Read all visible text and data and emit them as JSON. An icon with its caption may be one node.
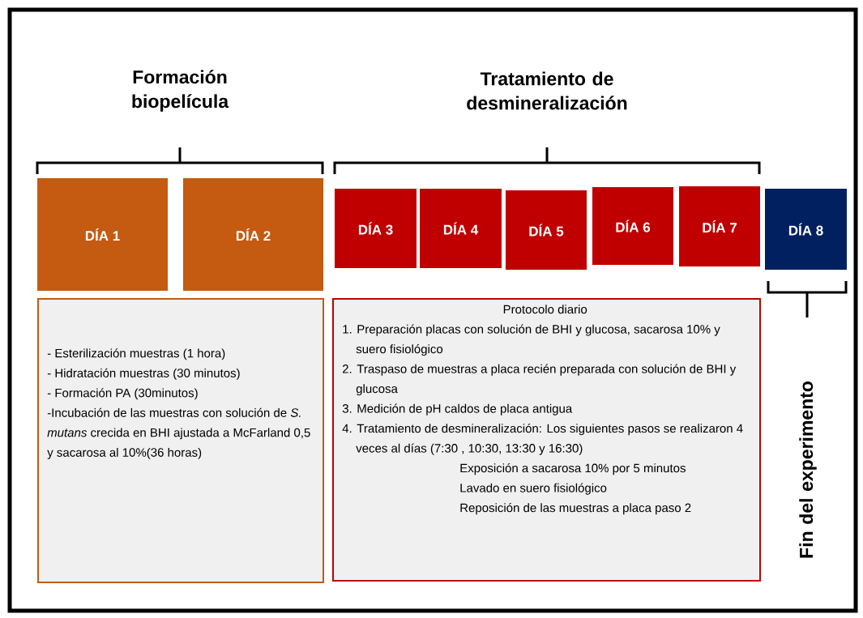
{
  "diagram": {
    "nodes": [
      {
        "text": [
          "DÍA 1"
        ]
      },
      {
        "text": [
          "DÍA 2"
        ]
      },
      {
        "text": [
          "DÍA 3"
        ]
      },
      {
        "text": [
          "DÍA 4"
        ]
      },
      {
        "text": [
          "DÍA 5"
        ]
      },
      {
        "text": [
          "DÍA 6"
        ]
      },
      {
        "text": [
          "DÍA 7"
        ]
      },
      {
        "text": [
          "DÍA 8"
        ]
      },
      {
        "text": [
          "- Esterilización muestras (1 hora)",
          "- Hidratación muestras (30 minutos)",
          "- Formación PA (30minutos)",
          "-Incubación de las muestras con solución de *S. mutans* crecida en BHI ajustada a McFarland 0,5 y sacarosa al 10%(36 horas)"
        ]
      },
      {
        "text": [
          "Protocolo diario",
          "1. Preparación placas con solución de BHI y glucosa, sacarosa 10% y suero fisiológico",
          "2. Traspaso de muestras a placa recién preparada con solución de BHI y glucosa",
          "3. Medición de pH caldos de placa antigua",
          "4. Tratamiento de desmineralización: Los siguientes pasos se realizaron 4 veces al días (7:30 , 10:30, 13:30 y 16:30)",
          "Exposición a sacarosa 10% por 5 minutos",
          "Lavado en suero fisiológico",
          "Reposición de las muestras a placa paso 2"
        ]
      }
    ],
    "edges": [],
    "labels": [
      "Formación biopelícula",
      "Tratamiento de desmineralización",
      "Fin del experimento"
    ]
  }
}
